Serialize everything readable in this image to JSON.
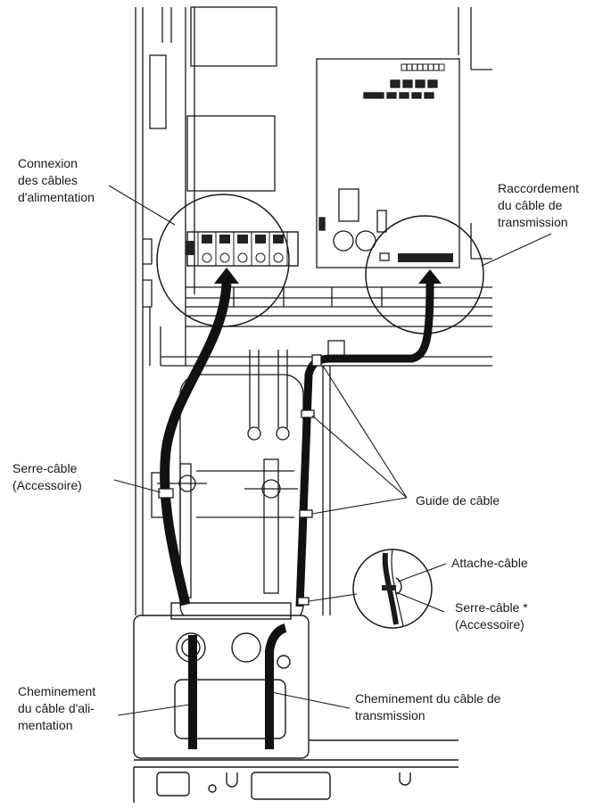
{
  "labels": {
    "power_connection": [
      "Connexion",
      "des câbles",
      "d'alimentation"
    ],
    "transmission_connection": [
      "Raccordement",
      "du câble de",
      "transmission"
    ],
    "cable_clamp_accessory": [
      "Serre-câble",
      "(Accessoire)"
    ],
    "cable_guide": "Guide de câble",
    "cable_tie": "Attache-câble",
    "cable_clamp_star": [
      "Serre-câble *",
      "(Accessoire)"
    ],
    "power_routing": [
      "Cheminement",
      "du câble d'ali-",
      "mentation"
    ],
    "transmission_routing": [
      "Cheminement du câble de",
      "transmission"
    ]
  },
  "colors": {
    "line": "#1a1a1a",
    "cable": "#111111",
    "panel": "#ffffff"
  }
}
